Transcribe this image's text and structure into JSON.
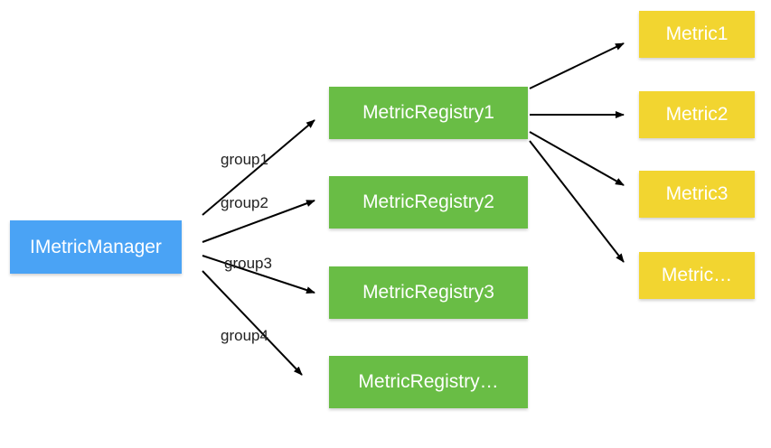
{
  "colors": {
    "manager": "#4aa3f5",
    "registry": "#69bd45",
    "metric": "#f2d530",
    "arrow": "#000000"
  },
  "manager": {
    "label": "IMetricManager"
  },
  "registries": [
    {
      "label": "MetricRegistry1"
    },
    {
      "label": "MetricRegistry2"
    },
    {
      "label": "MetricRegistry3"
    },
    {
      "label": "MetricRegistry…"
    }
  ],
  "groups": [
    {
      "label": "group1"
    },
    {
      "label": "group2"
    },
    {
      "label": "group3"
    },
    {
      "label": "group4"
    }
  ],
  "metrics": [
    {
      "label": "Metric1"
    },
    {
      "label": "Metric2"
    },
    {
      "label": "Metric3"
    },
    {
      "label": "Metric…"
    }
  ]
}
